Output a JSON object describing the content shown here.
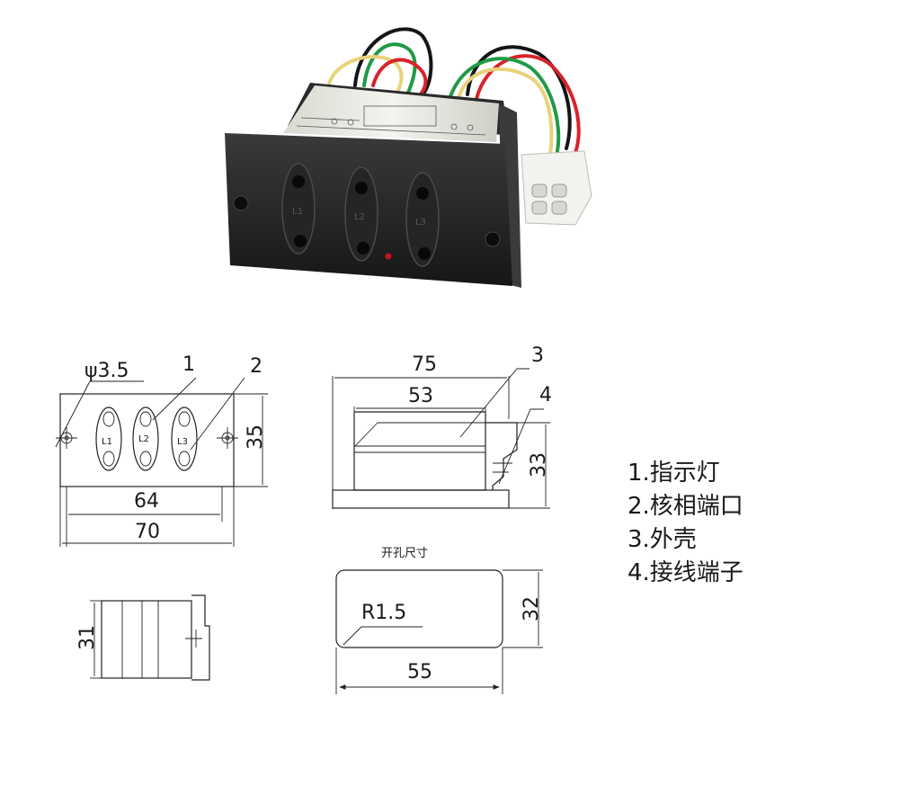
{
  "photo": {
    "lamp_labels": [
      "L1",
      "L2",
      "L3"
    ],
    "colors": {
      "body": "#1e1e1e",
      "label_plate": "#efefe9",
      "wire_black": "#151515",
      "wire_red": "#d8232a",
      "wire_green": "#1f9a45",
      "wire_yellow": "#e8d27a",
      "connector": "#f2f2ee",
      "indicator_led": "#c4161c"
    }
  },
  "front_view": {
    "hole_dia": "ψ3.5",
    "callout_1": "1",
    "callout_2": "2",
    "lamps": [
      "L1",
      "L2",
      "L3"
    ],
    "height": "35",
    "inner_width": "64",
    "outer_width": "70"
  },
  "side_view": {
    "overall_length": "75",
    "body_length": "53",
    "height": "33",
    "callout_3": "3",
    "callout_4": "4"
  },
  "bottom_view": {
    "depth": "31"
  },
  "cutout": {
    "title": "开孔尺寸",
    "radius": "R1.5",
    "height": "32",
    "width": "55"
  },
  "legend": [
    "1.指示灯",
    "2.核相端口",
    "3.外壳",
    "4.接线端子"
  ]
}
